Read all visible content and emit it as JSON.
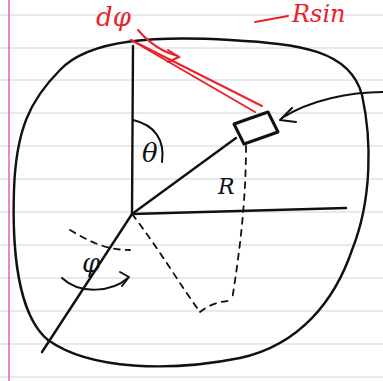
{
  "diagram": {
    "labels": [
      "dφ",
      "Rsin",
      "θ",
      "R",
      "φ"
    ]
  }
}
